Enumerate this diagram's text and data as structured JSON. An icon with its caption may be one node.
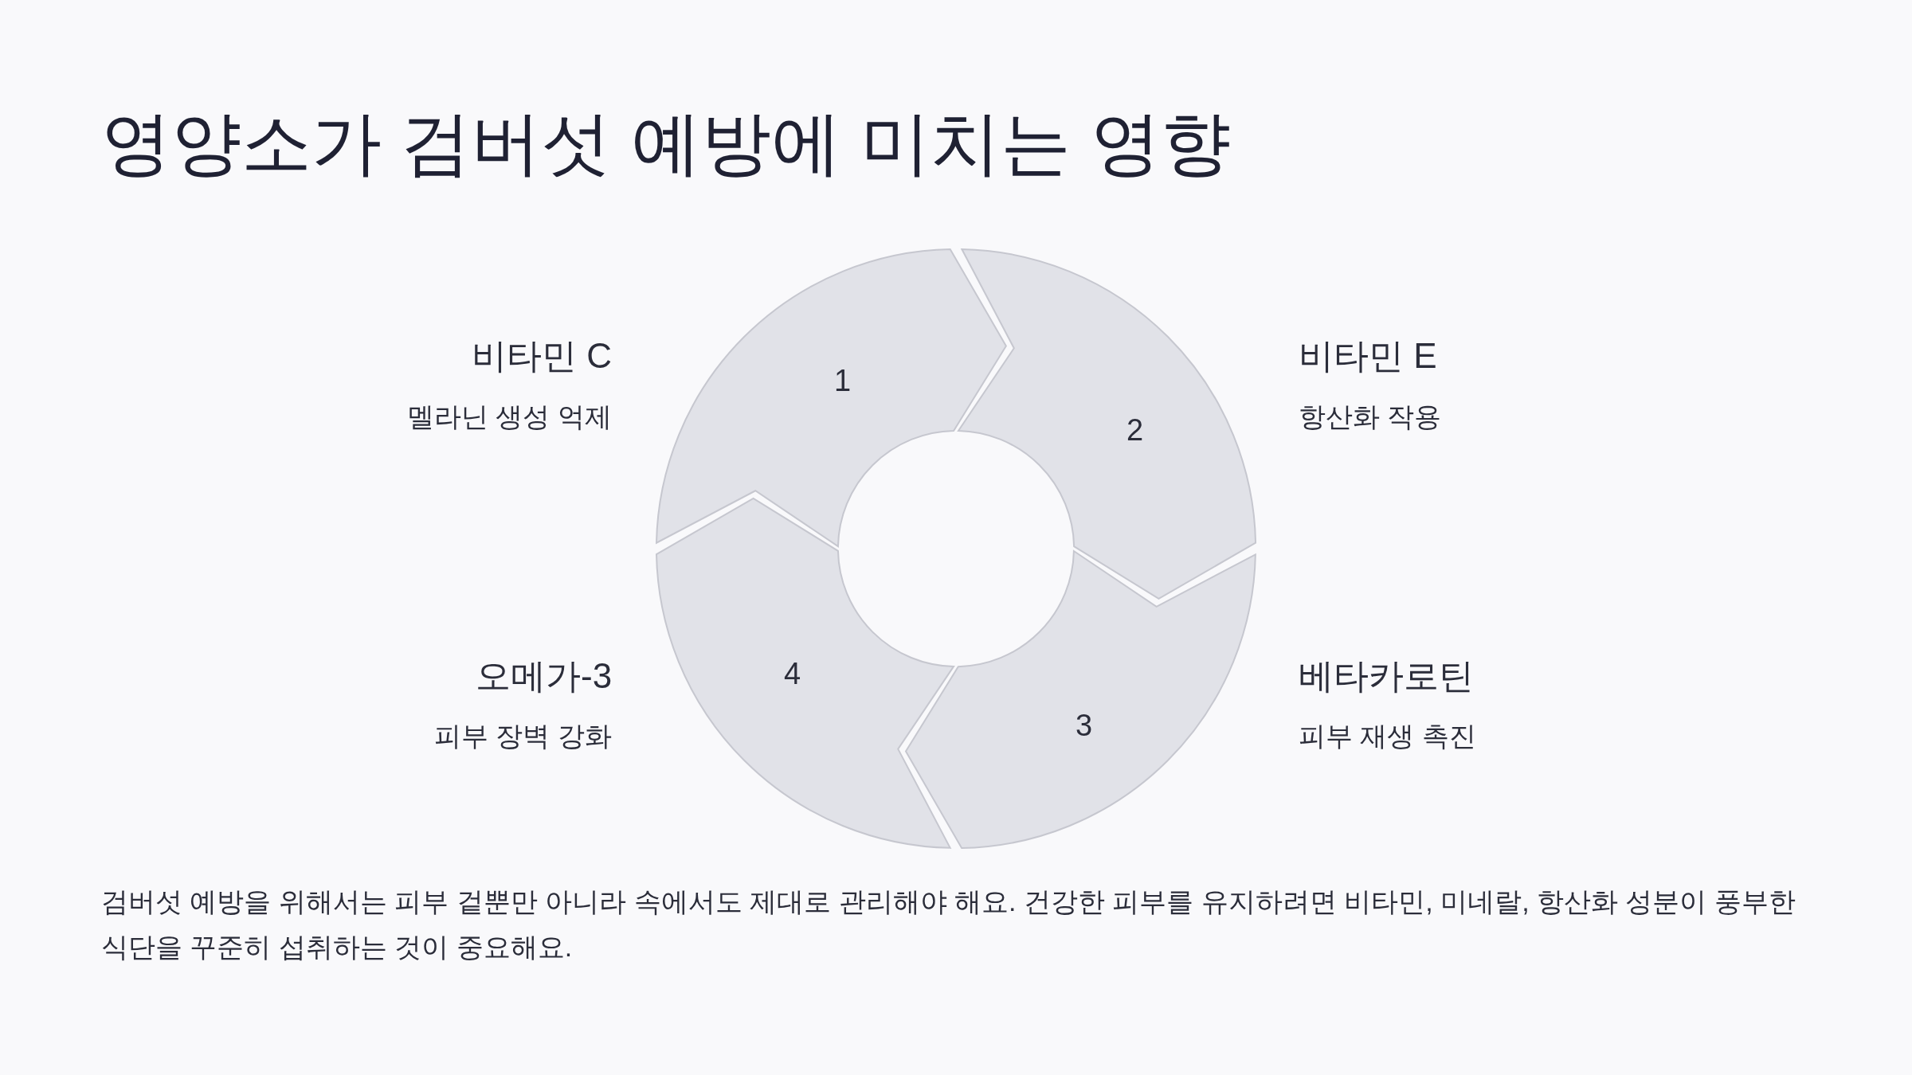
{
  "diagram": {
    "title": "영양소가 검버섯 예방에 미치는 영향",
    "nodes": [
      {
        "text": [
          "1"
        ],
        "beside": [
          "비타민 C",
          "멜라닌 생성 억제"
        ]
      },
      {
        "text": [
          "2"
        ],
        "beside": [
          "비타민 E",
          "항산화 작용"
        ]
      },
      {
        "text": [
          "3"
        ],
        "beside": [
          "베타카로틴",
          "피부 재생 촉진"
        ]
      },
      {
        "text": [
          "4"
        ],
        "beside": [
          "오메가-3",
          "피부 장벽 강화"
        ]
      }
    ],
    "edges": [],
    "caption": "검버섯 예방을 위해서는 피부 겉뿐만 아니라 속에서도 제대로 관리해야 해요. 건강한 피부를 유지하려면 비타민, 미네랄, 항산화 성분이 풍부한 식단을 꾸준히 섭취하는 것이 중요해요."
  }
}
